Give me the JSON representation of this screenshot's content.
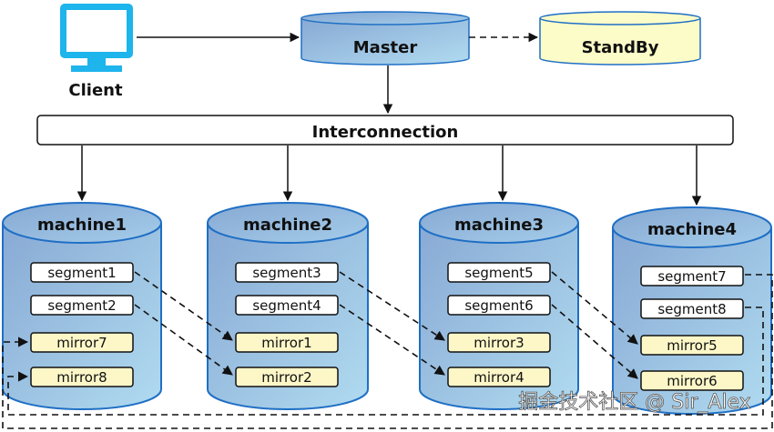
{
  "client": {
    "label": "Client",
    "icon": "monitor-icon",
    "color": "#1EB4EC"
  },
  "master": {
    "label": "Master"
  },
  "standby": {
    "label": "StandBy"
  },
  "interconnection": {
    "label": "Interconnection"
  },
  "machines": [
    {
      "name": "machine1",
      "segments": [
        "segment1",
        "segment2"
      ],
      "mirrors": [
        "mirror7",
        "mirror8"
      ]
    },
    {
      "name": "machine2",
      "segments": [
        "segment3",
        "segment4"
      ],
      "mirrors": [
        "mirror1",
        "mirror2"
      ]
    },
    {
      "name": "machine3",
      "segments": [
        "segment5",
        "segment6"
      ],
      "mirrors": [
        "mirror3",
        "mirror4"
      ]
    },
    {
      "name": "machine4",
      "segments": [
        "segment7",
        "segment8"
      ],
      "mirrors": [
        "mirror5",
        "mirror6"
      ]
    }
  ],
  "replication": [
    {
      "from": "segment1",
      "to": "mirror1"
    },
    {
      "from": "segment2",
      "to": "mirror2"
    },
    {
      "from": "segment3",
      "to": "mirror3"
    },
    {
      "from": "segment4",
      "to": "mirror4"
    },
    {
      "from": "segment5",
      "to": "mirror5"
    },
    {
      "from": "segment6",
      "to": "mirror6"
    },
    {
      "from": "segment7",
      "to": "mirror7"
    },
    {
      "from": "segment8",
      "to": "mirror8"
    }
  ],
  "colors": {
    "cylinder_blue_top": "#8FB2D8",
    "cylinder_blue_bottom": "#A9D3EC",
    "cylinder_stroke": "#1F6FC5",
    "standby_fill": "#FCFCC8",
    "mirror_fill": "#FDF7C8",
    "segment_fill": "#FFFFFF"
  },
  "watermark": "掘金技术社区 @ Sir_Alex"
}
